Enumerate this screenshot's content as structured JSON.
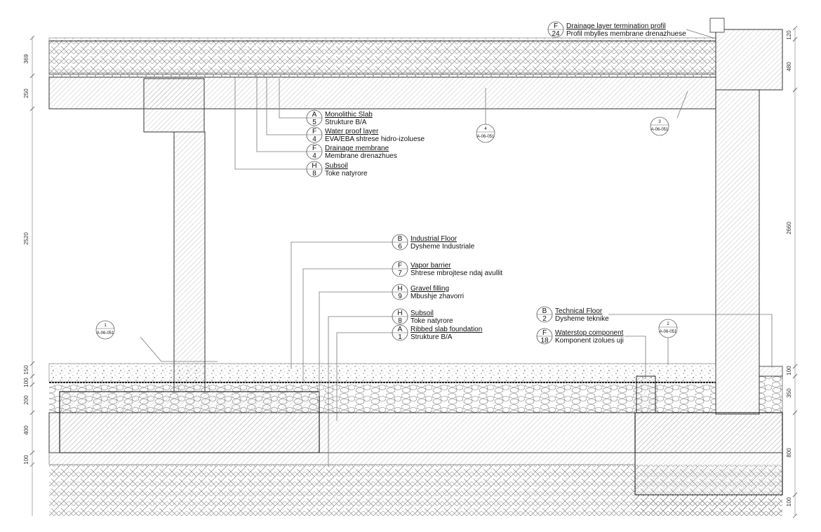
{
  "callouts": [
    {
      "letter": "A",
      "num": "5",
      "title": "Monolithic Slab",
      "subtitle": "Strukture B/A"
    },
    {
      "letter": "F",
      "num": "4",
      "title": "Water proof layer",
      "subtitle": "EVA/EBA shtrese hidro-izoluese"
    },
    {
      "letter": "F",
      "num": "4",
      "title": "Drainage membrane",
      "subtitle": "Membrane drenazhues"
    },
    {
      "letter": "H",
      "num": "8",
      "title": "Subsoil",
      "subtitle": "Toke natyrore"
    },
    {
      "letter": "B",
      "num": "6",
      "title": "Industrial Floor",
      "subtitle": "Dysheme Industriale"
    },
    {
      "letter": "F",
      "num": "7",
      "title": "Vapor barrier",
      "subtitle": "Shtrese mbrojtese ndaj avullit"
    },
    {
      "letter": "H",
      "num": "9",
      "title": "Gravel filling",
      "subtitle": "Mbushje zhavorri"
    },
    {
      "letter": "H",
      "num": "8",
      "title": "Subsoil",
      "subtitle": "Toke natyrore"
    },
    {
      "letter": "A",
      "num": "1",
      "title": "Ribbed slab foundation",
      "subtitle": "Strukture B/A"
    },
    {
      "letter": "B",
      "num": "2",
      "title": "Technical Floor",
      "subtitle": "Dysheme teknike"
    },
    {
      "letter": "F",
      "num": "18",
      "title": "Waterstop component",
      "subtitle": "Komponent  izolues uji"
    },
    {
      "letter": "F",
      "num": "24",
      "title": "Drainage layer termination profil",
      "subtitle": "Profil mbylles membrane drenazhuese"
    }
  ],
  "section_markers": [
    {
      "num": "4",
      "sheet": "A-06-051"
    },
    {
      "num": "3",
      "sheet": "A-06-051"
    },
    {
      "num": "1",
      "sheet": "A-06-051"
    },
    {
      "num": "2",
      "sheet": "A-06-051"
    }
  ],
  "dimensions_left": [
    "369",
    "250",
    "2520",
    "150",
    "100",
    "200",
    "400",
    "100"
  ],
  "dimensions_right": [
    "120",
    "480",
    "2660",
    "100",
    "350",
    "800",
    "100"
  ]
}
